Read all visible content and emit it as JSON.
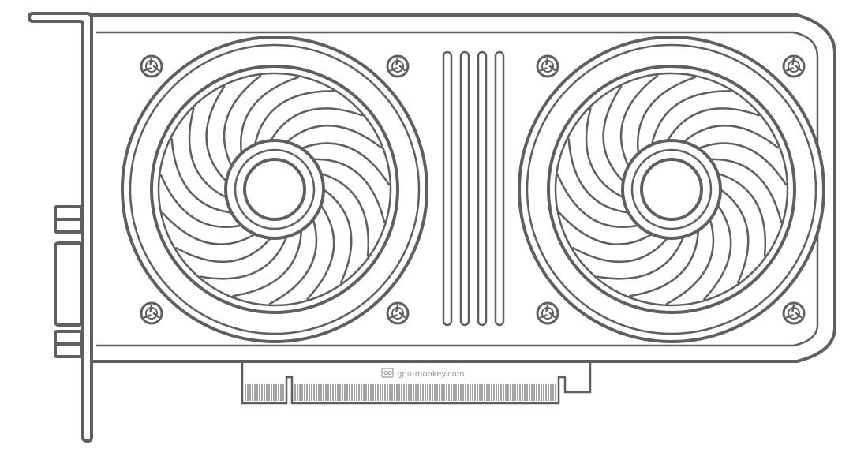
{
  "watermark": {
    "text": "gpu-monkey.com",
    "logo_icon": "gpu-monkey-logo-icon"
  },
  "style": {
    "line_color": "#5f5f5f",
    "fill_color": "#ffffff",
    "watermark_color": "#9a9a9a"
  },
  "fans": [
    {
      "name": "left-fan",
      "blade_count": 19
    },
    {
      "name": "right-fan",
      "blade_count": 19
    }
  ],
  "vent_slots": 4,
  "screws": 8
}
